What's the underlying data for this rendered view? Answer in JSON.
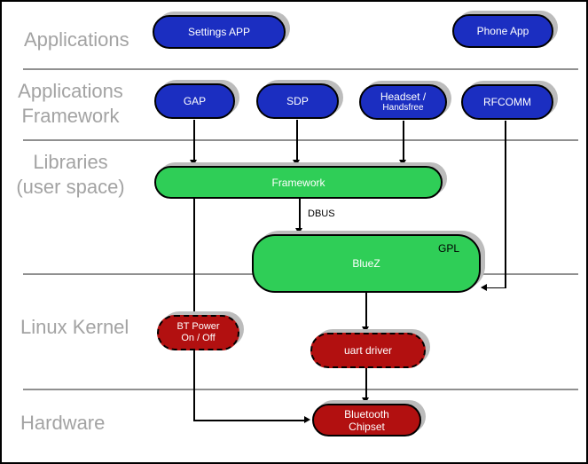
{
  "layers": {
    "applications": {
      "label": "Applications"
    },
    "applications_framework": {
      "line1": "Applications",
      "line2": "Framework"
    },
    "libraries": {
      "line1": "Libraries",
      "line2": "(user space)"
    },
    "linux_kernel": {
      "label": "Linux Kernel"
    },
    "hardware": {
      "label": "Hardware"
    }
  },
  "nodes": {
    "settings_app": {
      "label": "Settings APP"
    },
    "phone_app": {
      "label": "Phone App"
    },
    "gap": {
      "label": "GAP"
    },
    "sdp": {
      "label": "SDP"
    },
    "headset": {
      "line1": "Headset /",
      "line2": "Handsfree"
    },
    "rfcomm": {
      "label": "RFCOMM"
    },
    "framework": {
      "label": "Framework"
    },
    "bluez": {
      "label": "BlueZ",
      "badge": "GPL"
    },
    "bt_power": {
      "line1": "BT Power",
      "line2": "On / Off"
    },
    "uart_driver": {
      "label": "uart driver"
    },
    "bluetooth_chipset": {
      "line1": "Bluetooth",
      "line2": "Chipset"
    }
  },
  "edges": {
    "dbus_label": "DBUS"
  },
  "colors": {
    "app_node": "#1b2ec1",
    "lib_node": "#2fce57",
    "kernel_node": "#b21010",
    "shadow": "#bcbcbc",
    "layer_label": "#a3a3a3",
    "separator": "#909090"
  }
}
